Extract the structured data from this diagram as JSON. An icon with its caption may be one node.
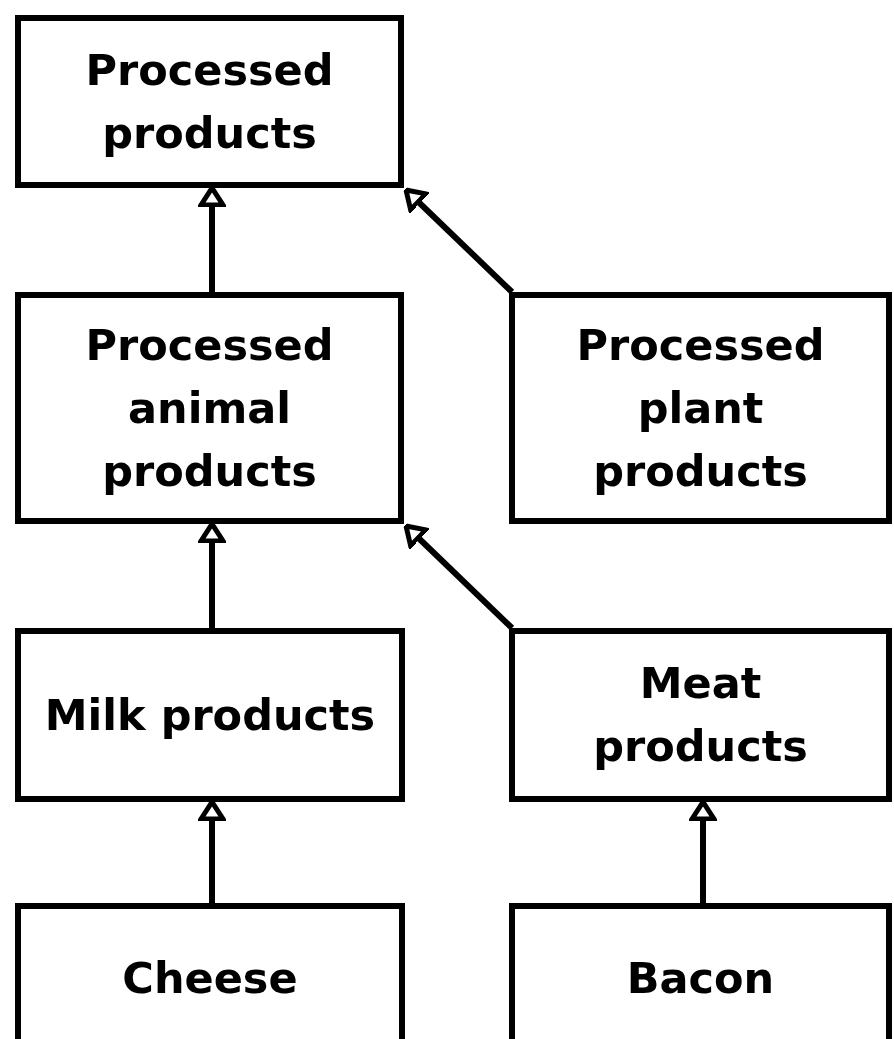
{
  "diagram": {
    "nodes": [
      {
        "text": [
          "Processed products"
        ]
      },
      {
        "text": [
          "Processed animal products"
        ]
      },
      {
        "text": [
          "Processed plant products"
        ]
      },
      {
        "text": [
          "Milk products"
        ]
      },
      {
        "text": [
          "Meat products"
        ]
      },
      {
        "text": [
          "Cheese"
        ]
      },
      {
        "text": [
          "Bacon"
        ]
      }
    ],
    "edges": [
      {
        "from": 1,
        "to": 0,
        "arrow": "to"
      },
      {
        "from": 2,
        "to": 0,
        "arrow": "to"
      },
      {
        "from": 3,
        "to": 1,
        "arrow": "to"
      },
      {
        "from": 4,
        "to": 1,
        "arrow": "to"
      },
      {
        "from": 5,
        "to": 3,
        "arrow": "to"
      },
      {
        "from": 6,
        "to": 4,
        "arrow": "to"
      }
    ]
  }
}
